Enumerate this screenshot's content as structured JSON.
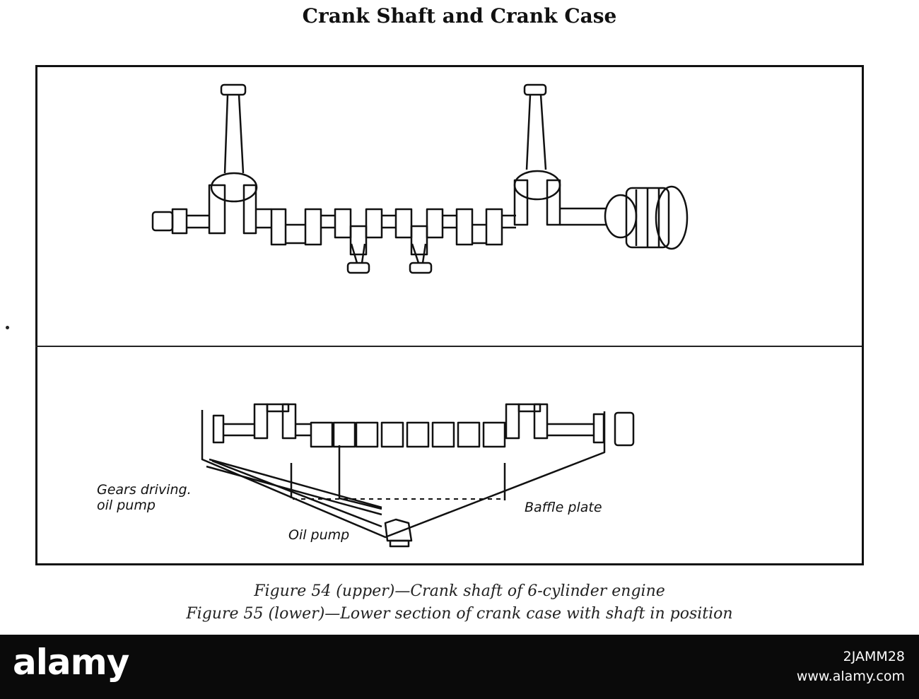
{
  "page": {
    "title": "Crank Shaft and Crank Case"
  },
  "figure_lower": {
    "labels": {
      "gears": "Gears driving.\noil pump",
      "oil_pump": "Oil pump",
      "baffle": "Baffle plate"
    }
  },
  "captions": {
    "line1": "Figure 54 (upper)—Crank shaft of 6-cylinder engine",
    "line2": "Figure 55 (lower)—Lower section of crank case with shaft in position"
  },
  "watermark": {
    "brand": "alamy",
    "image_id": "2JAMM28",
    "url": "www.alamy.com"
  },
  "colors": {
    "ink": "#111111",
    "caption_ink": "#222222",
    "footer": "#0a0a0a"
  }
}
